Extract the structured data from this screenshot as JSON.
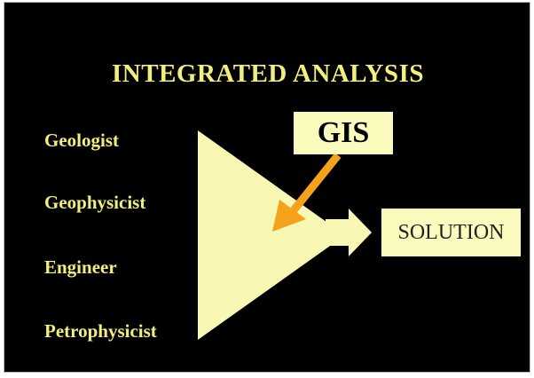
{
  "title": "INTEGRATED ANALYSIS",
  "roles": [
    "Geologist",
    "Geophysicist",
    "Engineer",
    "Petrophysicist"
  ],
  "gis_label": "GIS",
  "solution_label": "SOLUTION",
  "colors": {
    "background": "#000000",
    "text_yellow": "#f2f07a",
    "shape_fill": "#f8f8b4",
    "arrow_orange": "#f5a21b"
  }
}
